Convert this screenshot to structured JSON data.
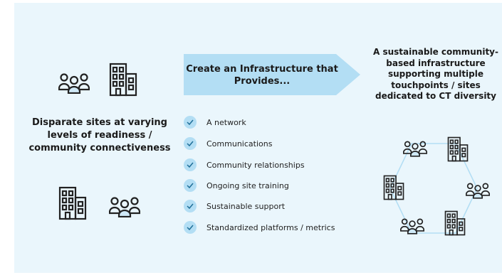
{
  "left": {
    "description": "Disparate sites at varying levels of readiness / community connectiveness",
    "icons": [
      "people-group-icon",
      "building-icon"
    ]
  },
  "center": {
    "arrow_label": "Create an Infrastructure that Provides...",
    "items": [
      "A network",
      "Communications",
      "Community relationships",
      "Ongoing site training",
      "Sustainable support",
      "Standardized platforms / metrics"
    ]
  },
  "right": {
    "description": "A sustainable community-based infrastructure supporting multiple touchpoints / sites dedicated to CT diversity"
  },
  "colors": {
    "background": "#eaf6fc",
    "arrow": "#b3def4",
    "check": "#b3def4",
    "icon_stroke": "#222222",
    "hexagon_edge": "#b3def4"
  }
}
